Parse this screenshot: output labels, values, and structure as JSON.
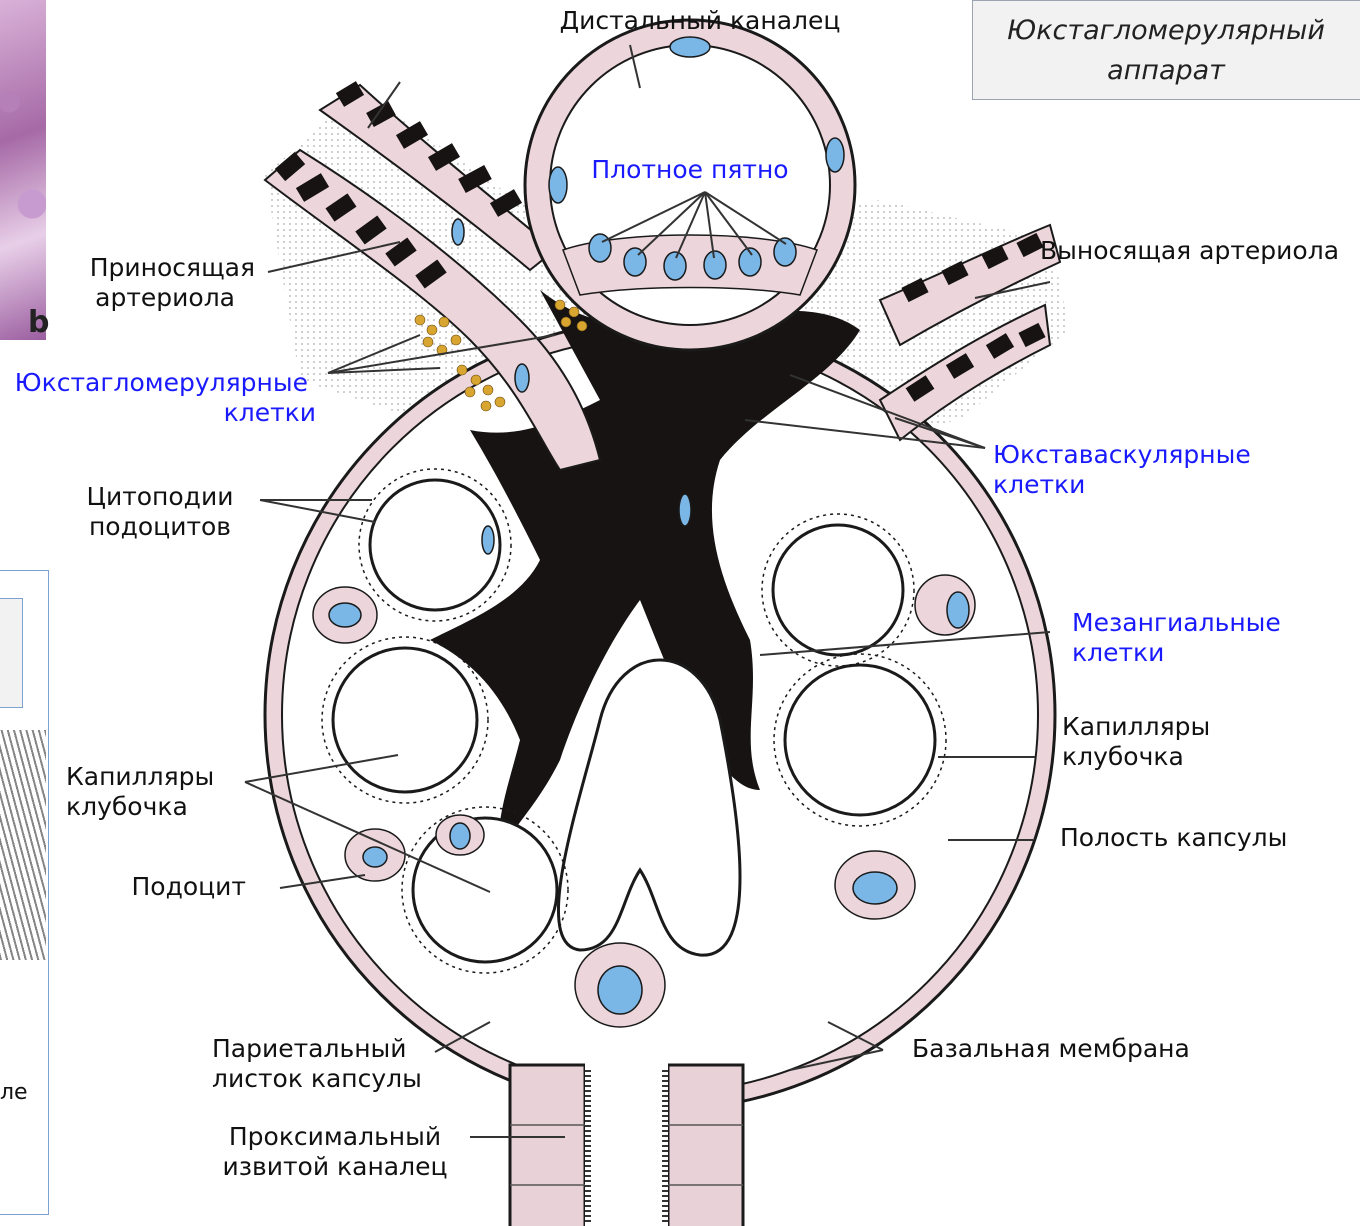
{
  "title": "Юкстагломерулярный аппарат",
  "fragments": {
    "histology_letter": "b",
    "caption_fragment": "ле"
  },
  "labels": {
    "distal_tubule": "Дистальный каналец",
    "macula_densa": "Плотное пятно",
    "afferent_line1": "Приносящая",
    "afferent_line2": "артериола",
    "efferent": "Выносящая артериола",
    "jg_cells_line1": "Юкстагломерулярные",
    "jg_cells_line2": "клетки",
    "jv_cells_line1": "Юкставаскулярные",
    "jv_cells_line2": "клетки",
    "cytopodia_line1": "Цитоподии",
    "cytopodia_line2": "подоцитов",
    "mesangial_line1": "Мезангиальные",
    "mesangial_line2": "клетки",
    "capillaries_right_line1": "Капилляры",
    "capillaries_right_line2": "клубочка",
    "capillaries_left_line1": "Капилляры",
    "capillaries_left_line2": "клубочка",
    "capsule_cavity": "Полость капсулы",
    "podocyte": "Подоцит",
    "parietal_line1": "Париетальный",
    "parietal_line2": "листок капсулы",
    "basal_membrane": "Базальная мембрана",
    "proximal_line1": "Проксимальный",
    "proximal_line2": "извитой каналец"
  },
  "colors": {
    "tissue_pink": "#ecd6dc",
    "nucleus_blue": "#7ab6e6",
    "mesangium_black": "#171313",
    "granule_gold": "#d8a630",
    "label_blue": "#1a1aff",
    "outline": "#1a1a1a"
  }
}
